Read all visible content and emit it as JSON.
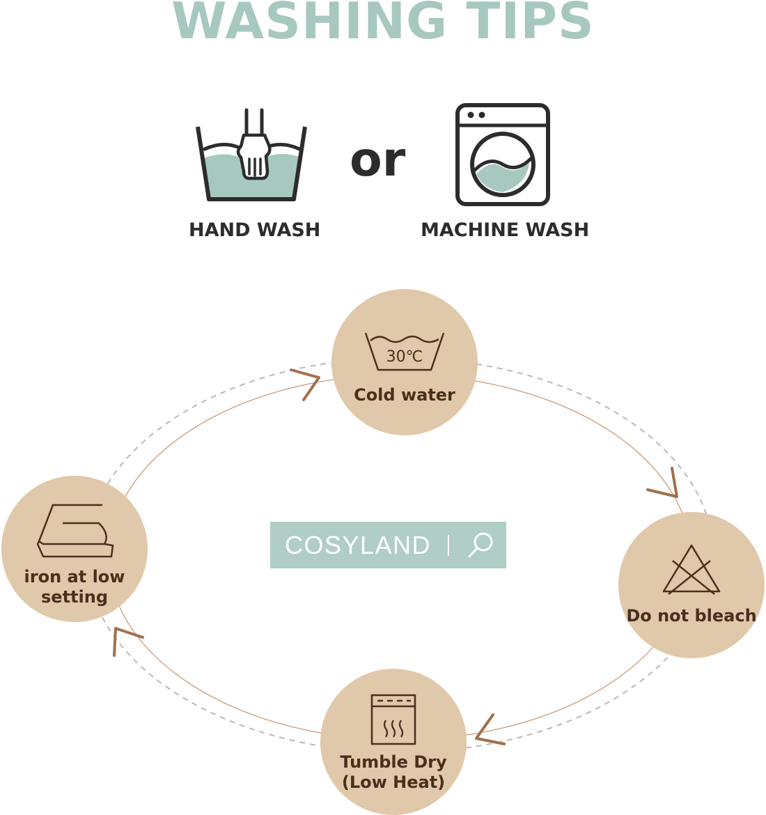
{
  "title": "WASHING TIPS",
  "methods": {
    "hand_wash_label": "HAND WASH",
    "machine_wash_label": "MACHINE WASH",
    "connector": "or"
  },
  "steps": {
    "cold_water": {
      "label": "Cold water",
      "temperature": "30℃",
      "icon": "wash-30c-icon"
    },
    "no_bleach": {
      "label": "Do not bleach",
      "icon": "no-bleach-icon"
    },
    "tumble_dry": {
      "label": "Tumble Dry\n(Low  Heat)",
      "icon": "tumble-dry-icon"
    },
    "iron_low": {
      "label": "iron at low\nsetting",
      "icon": "iron-icon"
    }
  },
  "brand": {
    "name": "COSYLAND",
    "icon": "search-icon"
  },
  "colors": {
    "title": "#a7c8bf",
    "water": "#a7c8bf",
    "circle": "#e0c8aa",
    "circle_text": "#4a2f1c",
    "arrow": "#a0704c",
    "brand_bg": "#b0cec6",
    "icon_dark": "#2c2c2c"
  }
}
